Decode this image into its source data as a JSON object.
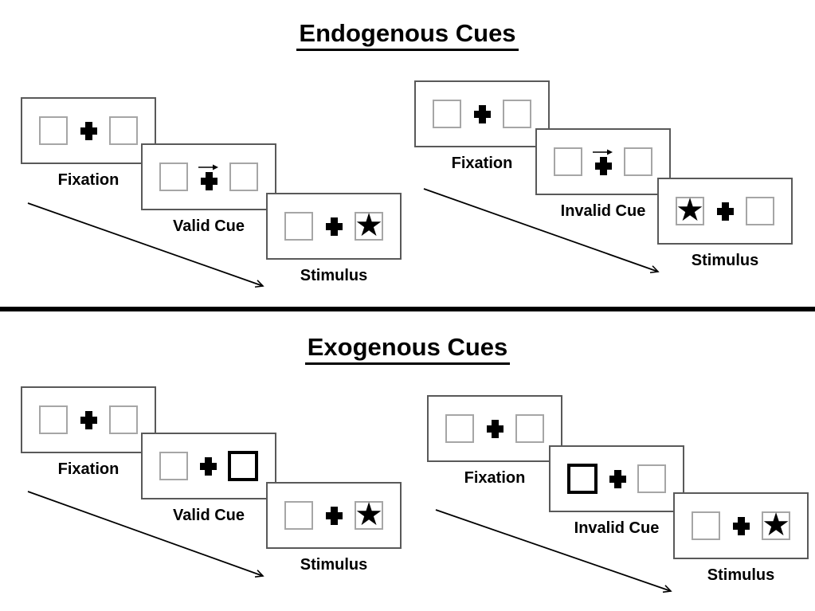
{
  "titles": {
    "endogenous": "Endogenous Cues",
    "exogenous": "Exogenous Cues"
  },
  "glyphs": {
    "star": "★",
    "fixation_cross": "+",
    "cue_arrow_direction": "right"
  },
  "colors": {
    "background": "#ffffff",
    "panel_border": "#595959",
    "box_border": "#a6a6a6",
    "cue_box_border": "#000000",
    "text": "#000000",
    "divider": "#000000",
    "timeline_arrow": "#000000"
  },
  "sections": [
    {
      "title": "Endogenous Cues",
      "cue_style": "central arrow above fixation cross",
      "sequences": [
        {
          "name": "valid",
          "frames": [
            {
              "label": "Fixation",
              "left_box": "empty",
              "center": "cross",
              "right_box": "empty"
            },
            {
              "label": "Valid Cue",
              "left_box": "empty",
              "center": "cross-with-right-arrow",
              "right_box": "empty"
            },
            {
              "label": "Stimulus",
              "left_box": "empty",
              "center": "cross",
              "right_box": "star"
            }
          ]
        },
        {
          "name": "invalid",
          "frames": [
            {
              "label": "Fixation",
              "left_box": "empty",
              "center": "cross",
              "right_box": "empty"
            },
            {
              "label": "Invalid Cue",
              "left_box": "empty",
              "center": "cross-with-right-arrow",
              "right_box": "empty"
            },
            {
              "label": "Stimulus",
              "left_box": "star",
              "center": "cross",
              "right_box": "empty"
            }
          ]
        }
      ]
    },
    {
      "title": "Exogenous Cues",
      "cue_style": "thick highlighted peripheral box",
      "sequences": [
        {
          "name": "valid",
          "frames": [
            {
              "label": "Fixation",
              "left_box": "empty",
              "center": "cross",
              "right_box": "empty"
            },
            {
              "label": "Valid Cue",
              "left_box": "empty",
              "center": "cross",
              "right_box": "thick-outline"
            },
            {
              "label": "Stimulus",
              "left_box": "empty",
              "center": "cross",
              "right_box": "star"
            }
          ]
        },
        {
          "name": "invalid",
          "frames": [
            {
              "label": "Fixation",
              "left_box": "empty",
              "center": "cross",
              "right_box": "empty"
            },
            {
              "label": "Invalid Cue",
              "left_box": "thick-outline",
              "center": "cross",
              "right_box": "empty"
            },
            {
              "label": "Stimulus",
              "left_box": "empty",
              "center": "cross",
              "right_box": "star"
            }
          ]
        }
      ]
    }
  ]
}
